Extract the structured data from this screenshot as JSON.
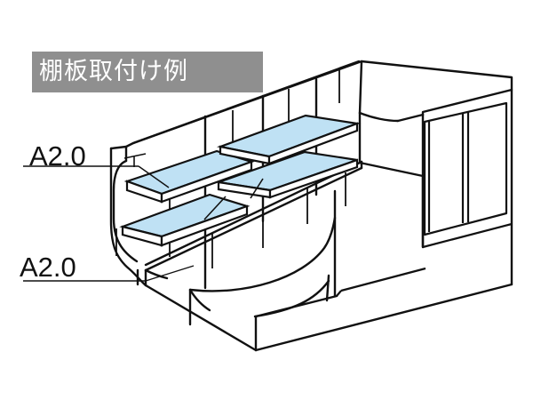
{
  "title": "棚板取付け例",
  "labels": {
    "top": "A2.0",
    "bottom": "A2.0"
  },
  "colors": {
    "outline": "#111111",
    "shelf_fill": "#bfe1f4",
    "badge_bg": "#8f8f8f",
    "badge_text": "#ffffff",
    "background": "#ffffff"
  },
  "icons": {
    "shelf": "shelf-board",
    "storage": "storage-unit"
  }
}
